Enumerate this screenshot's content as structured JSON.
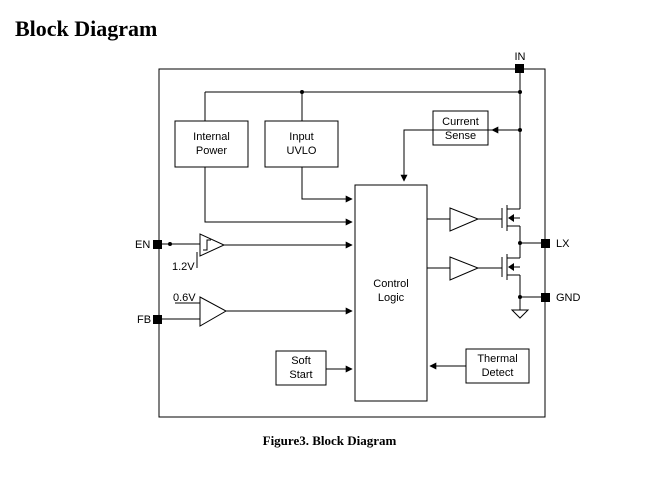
{
  "heading": "Block Diagram",
  "caption": "Figure3. Block Diagram",
  "pins": {
    "in": "IN",
    "lx": "LX",
    "gnd": "GND",
    "en": "EN",
    "fb": "FB"
  },
  "blocks": {
    "internal_power": [
      "Internal",
      "Power"
    ],
    "input_uvlo": [
      "Input",
      "UVLO"
    ],
    "current_sense": [
      "Current",
      "Sense"
    ],
    "control_logic": [
      "Control",
      "Logic"
    ],
    "soft_start": [
      "Soft",
      "Start"
    ],
    "thermal_detect": [
      "Thermal",
      "Detect"
    ]
  },
  "references": {
    "en_threshold": "1.2V",
    "fb_reference": "0.6V"
  }
}
